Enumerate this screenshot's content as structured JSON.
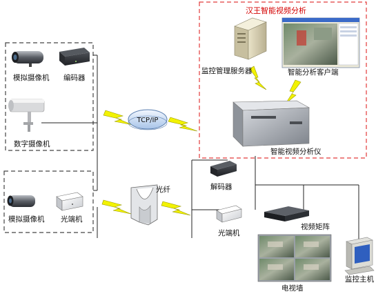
{
  "regions": {
    "analysis_title": "汉王智能视频分析"
  },
  "labels": {
    "analog_camera_top": "模拟摄像机",
    "encoder": "编码器",
    "digital_camera": "数字摄像机",
    "tcpip": "TCP/IP",
    "monitor_server": "监控管理服务器",
    "analysis_client": "智能分析客户端",
    "analyzer": "智能视频分析仪",
    "decoder": "解码器",
    "fiber": "光纤",
    "analog_camera_bottom": "模拟摄像机",
    "optical_terminal_left": "光端机",
    "optical_terminal_right": "光端机",
    "video_matrix": "视频矩阵",
    "tv_wall": "电视墙",
    "monitor_host": "监控主机"
  },
  "colors": {
    "dashed_red": "#e23a3a",
    "dashed_black": "#444444",
    "lightning": "#f2f200",
    "cloud": "#cfe0f5"
  },
  "icons": {
    "tcpip_hub": "network-cloud-icon",
    "fiber_hub": "fiber-coupler-icon",
    "link": "lightning-bolt-icon"
  }
}
